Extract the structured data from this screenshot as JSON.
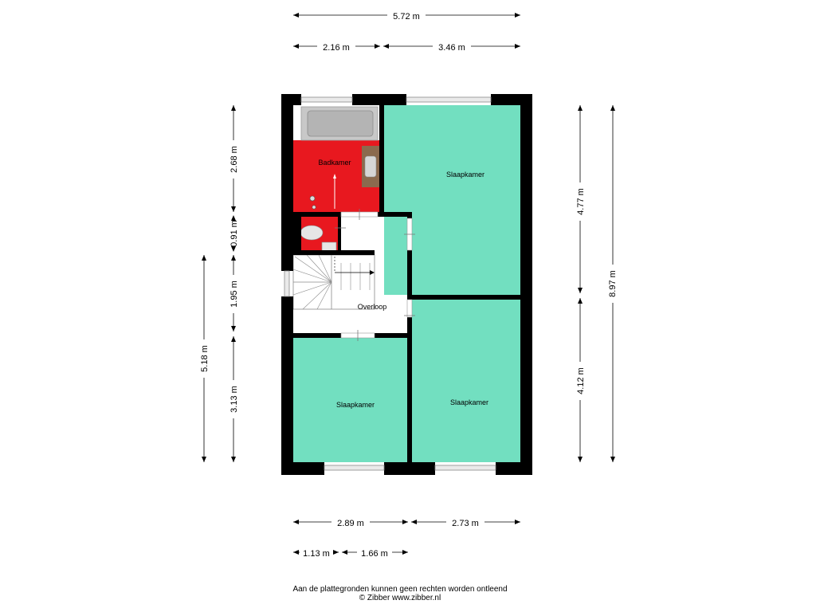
{
  "colors": {
    "bedroom": "#72dfc0",
    "bathroom": "#e8181f",
    "landing": "#ffffff",
    "wall": "#000000",
    "fixture": "#c8c8c8",
    "vanity": "#8b6a4e"
  },
  "rooms": {
    "bathroom": "Badkamer",
    "bedroom_top_right": "Slaapkamer",
    "landing": "Overloop",
    "bedroom_bottom_left": "Slaapkamer",
    "bedroom_bottom_right": "Slaapkamer"
  },
  "dimensions": {
    "top_total": "5.72 m",
    "top_left": "2.16 m",
    "top_right": "3.46 m",
    "left_bathroom": "2.68 m",
    "left_toilet": "0.91 m",
    "left_stairs": "1.95 m",
    "left_bedroom": "3.13 m",
    "left_outer": "5.18 m",
    "right_upper": "4.77 m",
    "right_lower": "4.12 m",
    "right_total": "8.97 m",
    "bottom_left": "2.89 m",
    "bottom_right": "2.73 m",
    "bottom_small_left": "1.13 m",
    "bottom_small_right": "1.66 m"
  },
  "footer": {
    "disclaimer": "Aan de plattegronden kunnen geen rechten worden ontleend",
    "copyright": "© Zibber www.zibber.nl"
  }
}
